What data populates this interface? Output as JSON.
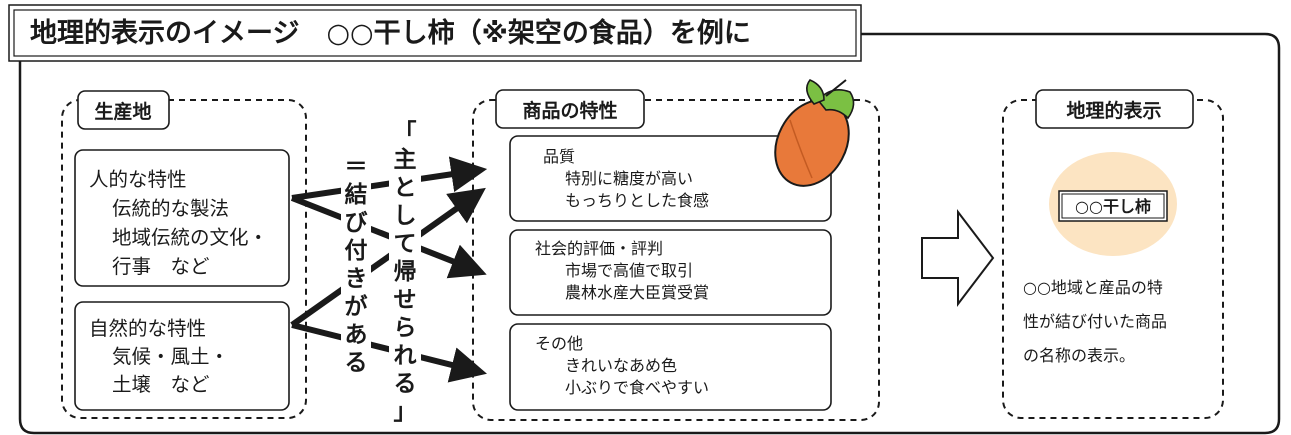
{
  "title": "地理的表示のイメージ　○○干し柿（※架空の食品）を例に",
  "production_area": {
    "label": "生産地",
    "human": {
      "lines": [
        "人的な特性",
        "伝統的な製法",
        "地域伝統の文化・",
        "行事　など"
      ]
    },
    "natural": {
      "lines": [
        "自然的な特性",
        "気候・風土・",
        "土壌　など"
      ]
    }
  },
  "link_text": {
    "left": [
      "＝",
      "結",
      "び",
      "付",
      "き",
      "が",
      "あ",
      "る"
    ],
    "right": [
      "「",
      "主",
      "と",
      "し",
      "て",
      "帰",
      "せ",
      "ら",
      "れ",
      "る",
      "」"
    ]
  },
  "product": {
    "label": "商品の特性",
    "quality": {
      "lines": [
        "品質",
        "特別に糖度が高い",
        "もっちりとした食感"
      ]
    },
    "reputation": {
      "lines": [
        "社会的評価・評判",
        "市場で高値で取引",
        "農林水産大臣賞受賞"
      ]
    },
    "other": {
      "lines": [
        "その他",
        "きれいなあめ色",
        "小ぶりで食べやすい"
      ]
    }
  },
  "gi": {
    "label": "地理的表示",
    "product_name": "○○干し柿",
    "description": [
      "○○地域と産品の特",
      "性が結び付いた商品",
      "の名称の表示。"
    ]
  },
  "colors": {
    "persimmon": "#e8793a",
    "leaf": "#7bc043",
    "halo": "#fce4c2",
    "ink": "#1a1a1a"
  }
}
